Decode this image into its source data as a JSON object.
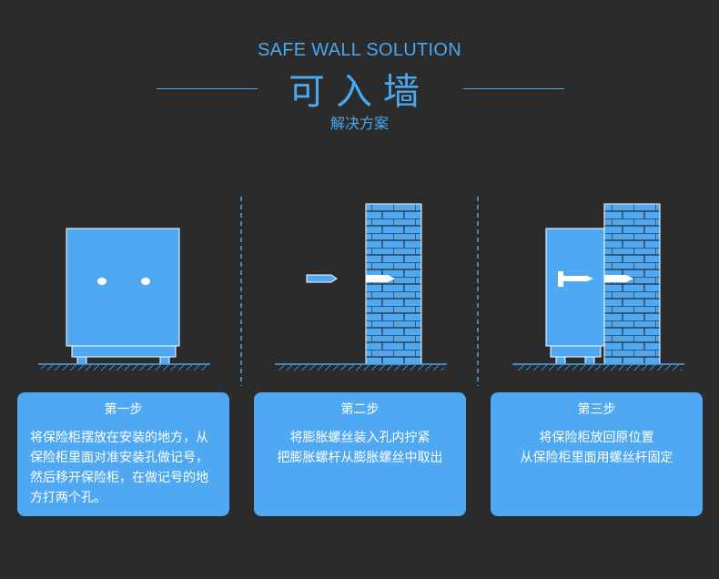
{
  "header": {
    "title_en": "SAFE WALL SOLUTION",
    "title_zh": "可入墙",
    "subtitle": "解决方案"
  },
  "steps": [
    {
      "title": "第一步",
      "text": "将保险柜摆放在安装的地方，从\n保险柜里面对准安装孔做记号，\n然后移开保险柜，在做记号的地\n方打两个孔。"
    },
    {
      "title": "第二步",
      "text": "将膨胀螺丝装入孔内拧紧\n把膨胀螺杆从膨胀螺丝中取出"
    },
    {
      "title": "第三步",
      "text": "将保险柜放回原位置\n从保险柜里面用螺丝杆固定"
    }
  ],
  "colors": {
    "background": "#2b2b2b",
    "accent": "#4fa8f2",
    "brick_line": "#2b2b2b",
    "white": "#ffffff"
  },
  "icons": [
    "safe-icon",
    "expansion-bolt-icon",
    "brick-wall-icon",
    "screw-bolt-icon"
  ]
}
